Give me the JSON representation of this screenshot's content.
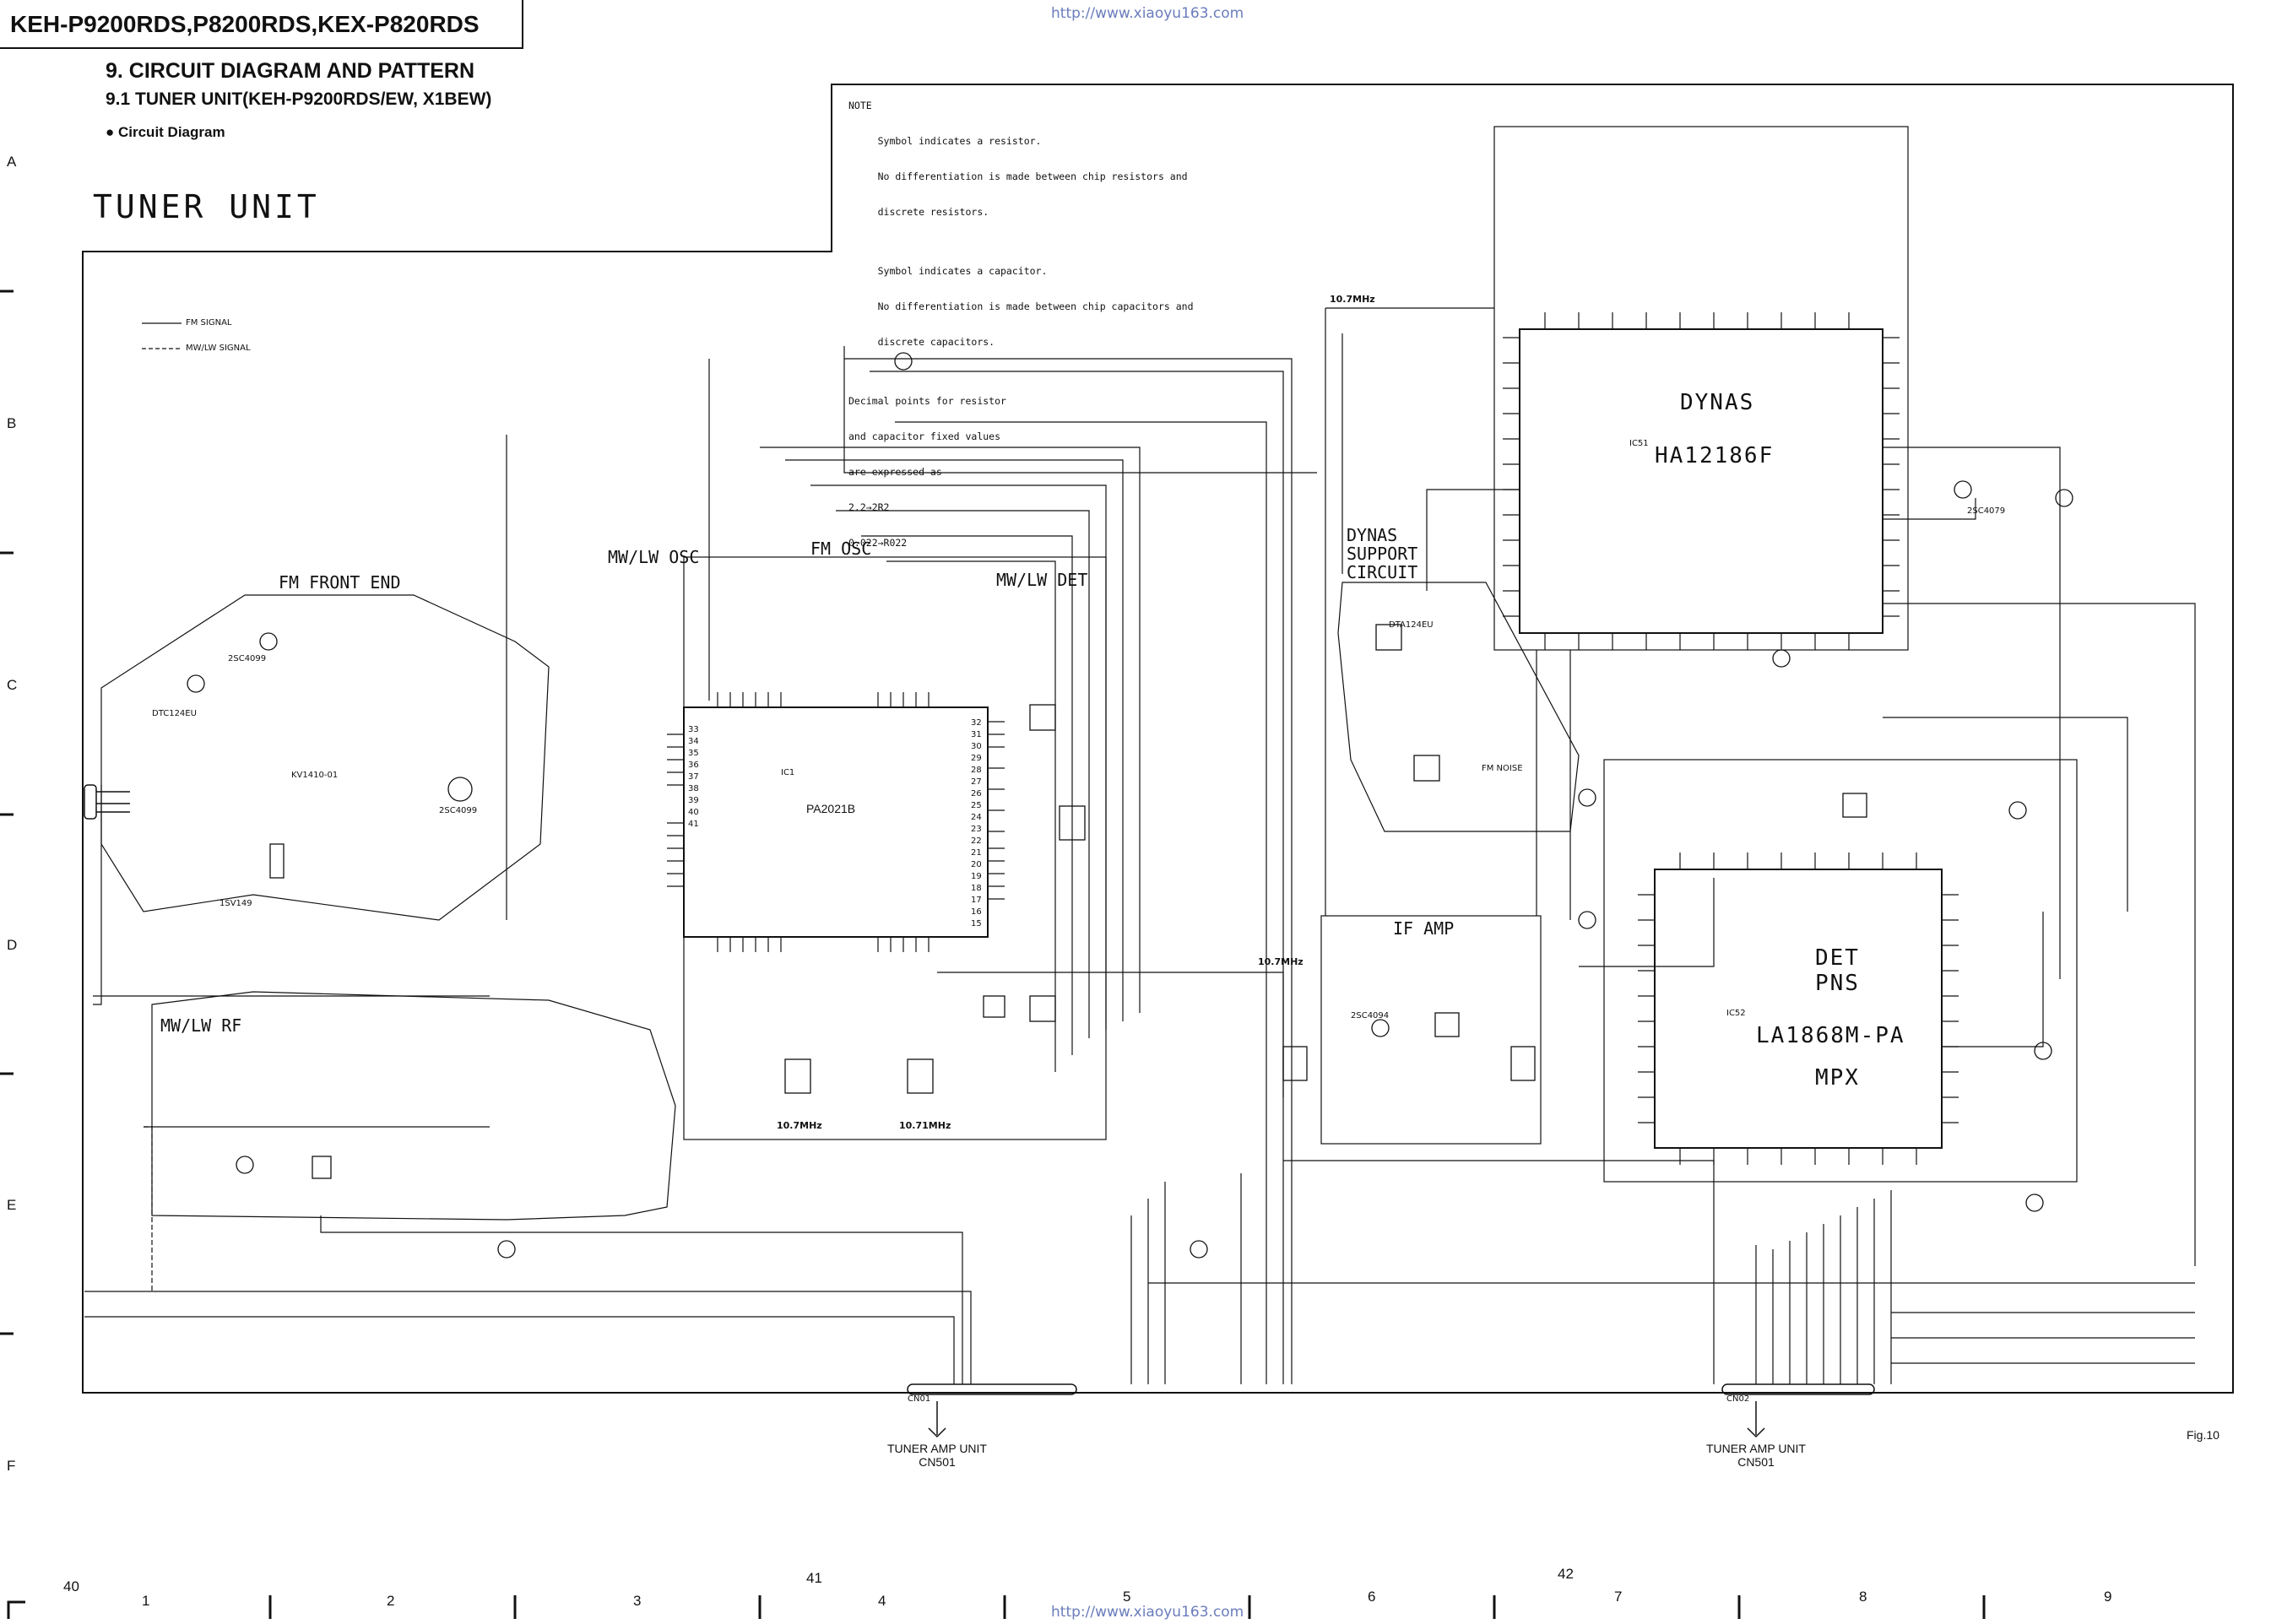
{
  "header": {
    "model_codes": "KEH-P9200RDS,P8200RDS,KEX-P820RDS",
    "url": "http://www.xiaoyu163.com"
  },
  "section": {
    "title": "9. CIRCUIT DIAGRAM AND PATTERN",
    "subtitle": "9.1 TUNER UNIT(KEH-P9200RDS/EW, X1BEW)",
    "diagram_label": "● Circuit Diagram"
  },
  "diagram": {
    "title": "TUNER UNIT",
    "note_lines": [
      "NOTE",
      "     Symbol indicates a resistor.",
      "     No differentiation is made between chip resistors and",
      "     discrete resistors.",
      "",
      "     Symbol indicates a capacitor.",
      "     No differentiation is made between chip capacitors and",
      "     discrete capacitors.",
      "",
      "Decimal points for resistor",
      "and capacitor fixed values",
      "are expressed as",
      "2.2→2R2",
      "0.022→R022"
    ],
    "legend": {
      "fm": "FM SIGNAL",
      "mwlw": "MW/LW SIGNAL"
    },
    "blocks": {
      "fm_front_end": "FM FRONT END",
      "mwlw_osc": "MW/LW OSC",
      "fm_osc": "FM OSC",
      "mwlw_det": "MW/LW DET",
      "mwlw_rf": "MW/LW RF",
      "if_amp": "IF AMP",
      "dynas_support": [
        "DYNAS",
        "SUPPORT",
        "CIRCUIT"
      ]
    },
    "ics": {
      "ic1": {
        "ref": "IC1",
        "part": "PA2021B"
      },
      "ic51": {
        "ref": "IC51",
        "name": "DYNAS",
        "part": "HA12186F"
      },
      "ic52": {
        "ref": "IC52",
        "names": [
          "DET",
          "PNS"
        ],
        "part": "LA1868M-PA",
        "sub": "MPX"
      }
    },
    "freq_labels": [
      "10.7MHz",
      "10.7MHz",
      "10.7MHz",
      "10.71MHz"
    ],
    "components": [
      "2SC4099",
      "DTC124EU",
      "2SC4099",
      "1SV149",
      "KV1410-01",
      "2SC4094",
      "FM NOISE",
      "2SC4079",
      "DTA124EU"
    ],
    "pins_left": [
      "33",
      "34",
      "35",
      "36",
      "37",
      "38",
      "39",
      "40",
      "41"
    ],
    "pins_right": [
      "32",
      "31",
      "30",
      "29",
      "28",
      "27",
      "26",
      "25",
      "24",
      "23",
      "22",
      "21",
      "20",
      "19",
      "18",
      "17",
      "16",
      "15"
    ],
    "fig": "Fig.10",
    "connectors": [
      {
        "ref": "CN01",
        "caption": [
          "TUNER AMP UNIT",
          "CN501"
        ]
      },
      {
        "ref": "CN02",
        "caption": [
          "TUNER AMP UNIT",
          "CN501"
        ]
      }
    ]
  },
  "grid": {
    "rows": [
      "A",
      "B",
      "C",
      "D",
      "E",
      "F"
    ],
    "cols": [
      "1",
      "2",
      "3",
      "4",
      "5",
      "6",
      "7",
      "8",
      "9"
    ],
    "pages": [
      "40",
      "41",
      "42"
    ]
  }
}
